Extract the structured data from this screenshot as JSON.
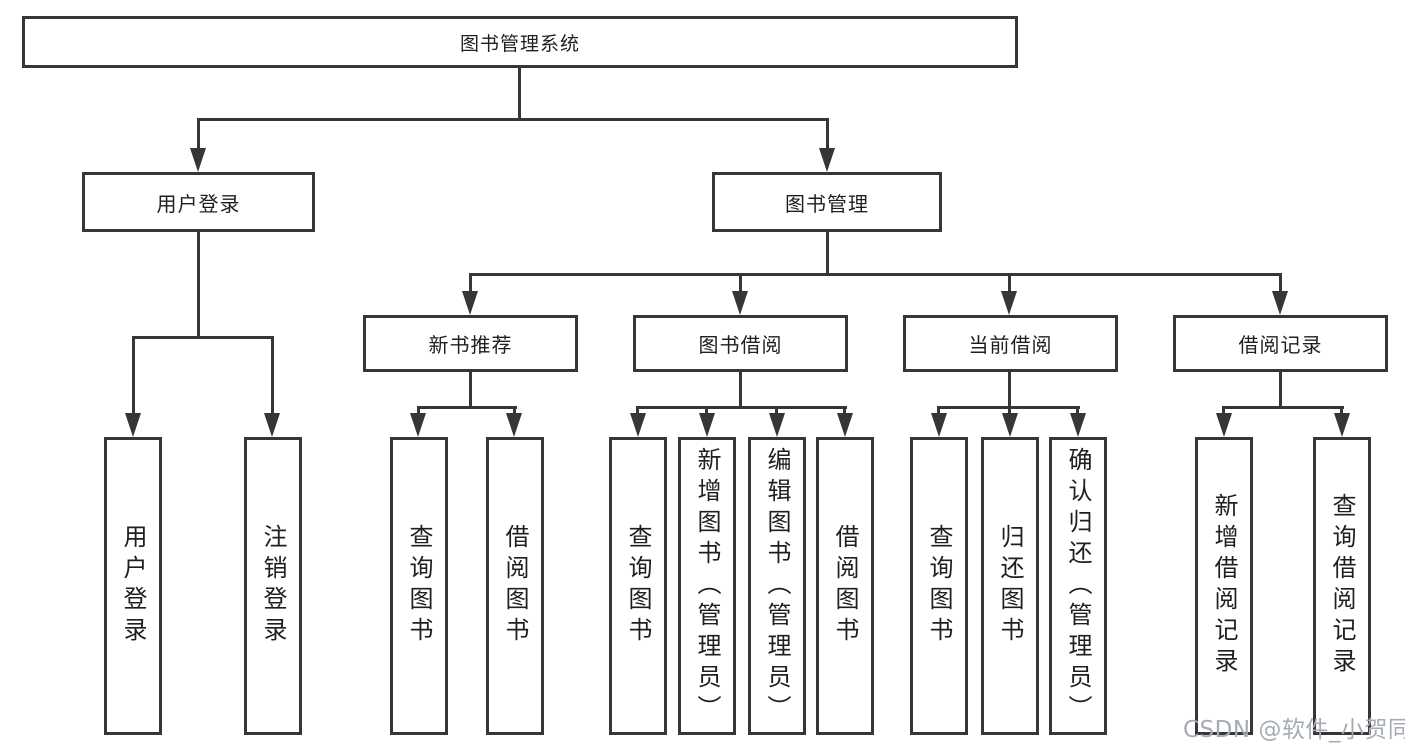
{
  "colors": {
    "line": "#363636",
    "text": "#1f1f1f",
    "background": "#ffffff",
    "watermark_color": "#a6abb4"
  },
  "watermark": "CSDN @软件_小贺同学",
  "tree": {
    "root": {
      "label": "图书管理系统"
    },
    "level2": [
      {
        "label": "用户登录"
      },
      {
        "label": "图书管理"
      }
    ],
    "level3": [
      {
        "label": "新书推荐",
        "parent": "图书管理"
      },
      {
        "label": "图书借阅",
        "parent": "图书管理"
      },
      {
        "label": "当前借阅",
        "parent": "图书管理"
      },
      {
        "label": "借阅记录",
        "parent": "图书管理"
      }
    ],
    "leaves": [
      {
        "label": "用户登录",
        "parent": "用户登录"
      },
      {
        "label": "注销登录",
        "parent": "用户登录"
      },
      {
        "label": "查询图书",
        "parent": "新书推荐"
      },
      {
        "label": "借阅图书",
        "parent": "新书推荐"
      },
      {
        "label": "查询图书",
        "parent": "图书借阅"
      },
      {
        "label": "新增图书（管理员）",
        "parent": "图书借阅"
      },
      {
        "label": "编辑图书（管理员）",
        "parent": "图书借阅"
      },
      {
        "label": "借阅图书",
        "parent": "图书借阅"
      },
      {
        "label": "查询图书",
        "parent": "当前借阅"
      },
      {
        "label": "归还图书",
        "parent": "当前借阅"
      },
      {
        "label": "确认归还（管理员）",
        "parent": "当前借阅"
      },
      {
        "label": "新增借阅记录",
        "parent": "借阅记录"
      },
      {
        "label": "查询借阅记录",
        "parent": "借阅记录"
      }
    ]
  }
}
